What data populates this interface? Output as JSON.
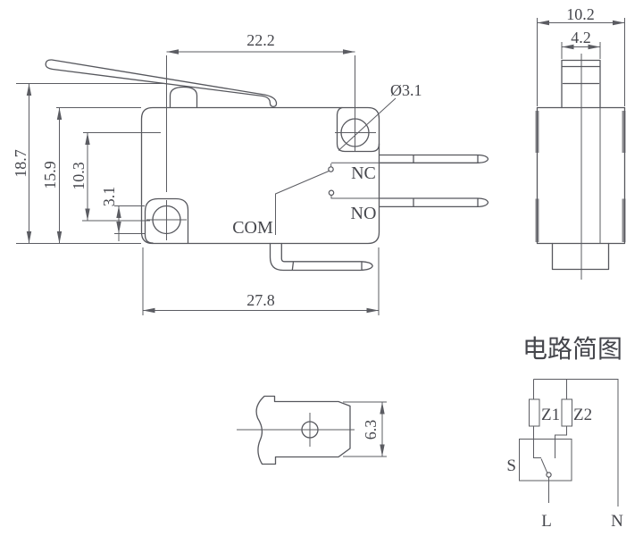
{
  "front_view": {
    "dim_hole_spacing": "22.2",
    "dim_total_height": "18.7",
    "dim_body_height": "15.9",
    "dim_hole_offset": "10.3",
    "dim_hole_height": "3.1",
    "dim_body_width": "27.8",
    "label_hole_dia": "Ø3.1",
    "label_nc": "NC",
    "label_no": "NO",
    "label_com": "COM"
  },
  "side_view": {
    "dim_width": "10.2",
    "dim_plunger_width": "4.2"
  },
  "terminal_view": {
    "dim_blade_width": "6.3"
  },
  "circuit": {
    "title": "电路简图",
    "label_z1": "Z1",
    "label_z2": "Z2",
    "label_s": "S",
    "label_l": "L",
    "label_n": "N"
  }
}
